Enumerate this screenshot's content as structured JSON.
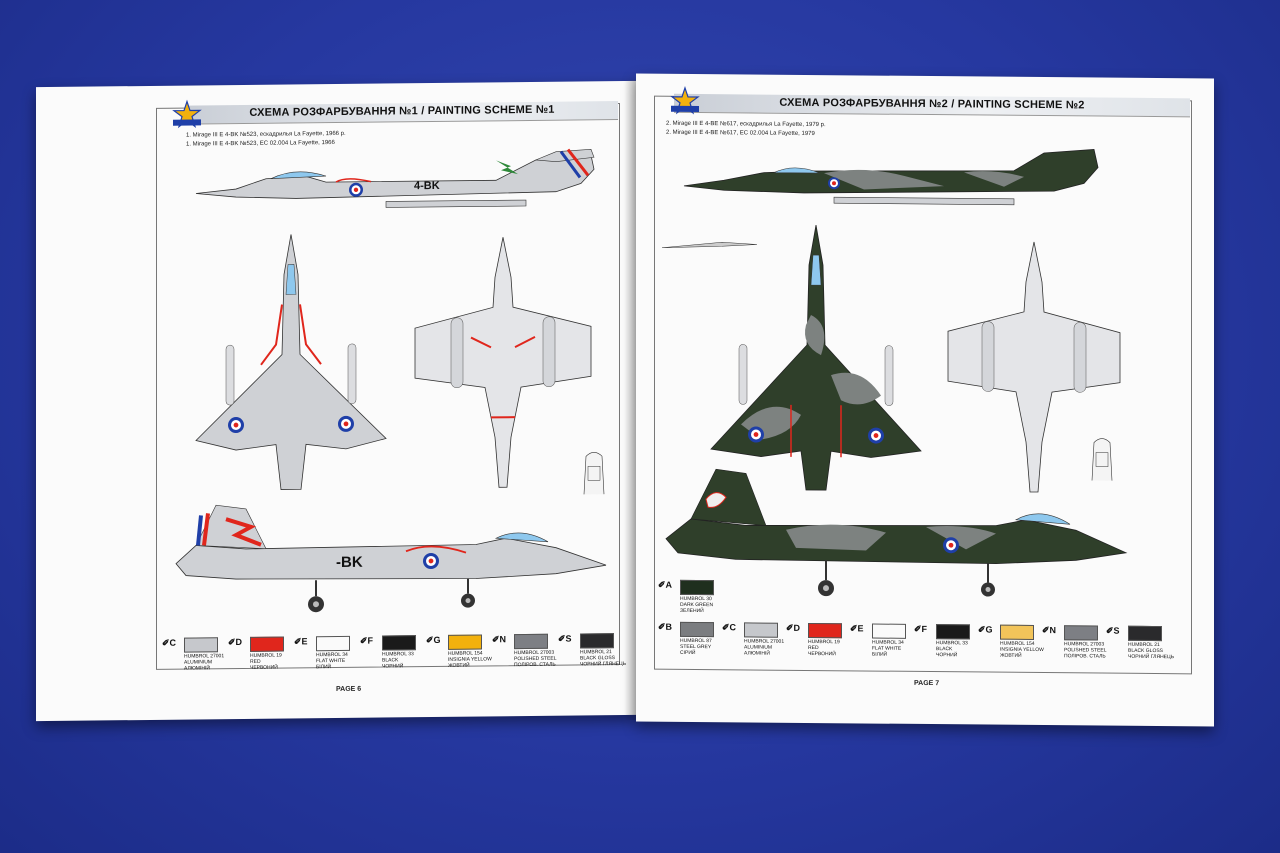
{
  "left_page": {
    "title": "СХЕМА РОЗФАРБУВАННЯ №1 / PAINTING SCHEME №1",
    "sub1": "1. Mirage III E 4-BK №523, ескадрилья La Fayette, 1966 р.",
    "sub2": "1. Mirage III E 4-BK №523, EC 02.004 La Fayette, 1966",
    "code": "4-BK",
    "page_label": "PAGE 6",
    "swatches": [
      {
        "code": "C",
        "color": "#c6c8cc",
        "label": "HUMBROL 27001\nALUMINIUM\nАЛЮМІНІЙ"
      },
      {
        "code": "D",
        "color": "#e0261c",
        "label": "HUMBROL 19\nRED\nЧЕРВОНИЙ"
      },
      {
        "code": "E",
        "color": "#fafafa",
        "label": "HUMBROL 34\nFLAT WHITE\nБІЛИЙ"
      },
      {
        "code": "F",
        "color": "#1a1a1a",
        "label": "HUMBROL 33\nBLACK\nЧОРНИЙ"
      },
      {
        "code": "G",
        "color": "#f2b10d",
        "label": "HUMBROL 154\nINSIGNIA YELLOW\nЖОВТИЙ"
      },
      {
        "code": "N",
        "color": "#7d7f84",
        "label": "HUMBROL 27003\nPOLISHED STEEL\nПОЛІРОВ. СТАЛЬ"
      },
      {
        "code": "S",
        "color": "#2a2a2c",
        "label": "HUMBROL 21\nBLACK GLOSS\nЧОРНИЙ ГЛЯНЕЦЬ"
      }
    ]
  },
  "right_page": {
    "title": "СХЕМА РОЗФАРБУВАННЯ №2 / PAINTING SCHEME №2",
    "sub1": "2. Mirage III E 4-BE №617, ескадрилья La Fayette, 1979 р.",
    "sub2": "2. Mirage III E 4-BE №617, EC 02.004 La Fayette, 1979",
    "page_label": "PAGE 7",
    "swatch_a": {
      "code": "A",
      "color": "#1f2f1e",
      "label": "HUMBROL 30\nDARK GREEN\nЗЕЛЕНИЙ"
    },
    "swatches": [
      {
        "code": "B",
        "color": "#7b7d80",
        "label": "HUMBROL 87\nSTEEL GREY\nСІРИЙ"
      },
      {
        "code": "C",
        "color": "#c6c8cc",
        "label": "HUMBROL 27001\nALUMINIUM\nАЛЮМІНІЙ"
      },
      {
        "code": "D",
        "color": "#e0261c",
        "label": "HUMBROL 19\nRED\nЧЕРВОНИЙ"
      },
      {
        "code": "E",
        "color": "#fafafa",
        "label": "HUMBROL 34\nFLAT WHITE\nБІЛИЙ"
      },
      {
        "code": "F",
        "color": "#1a1a1a",
        "label": "HUMBROL 33\nBLACK\nЧОРНИЙ"
      },
      {
        "code": "G",
        "color": "#f2c45a",
        "label": "HUMBROL 154\nINSIGNIA YELLOW\nЖОВТИЙ"
      },
      {
        "code": "N",
        "color": "#7d7f84",
        "label": "HUMBROL 27003\nPOLISHED STEEL\nПОЛІРОВ. СТАЛЬ"
      },
      {
        "code": "S",
        "color": "#2a2a2c",
        "label": "HUMBROL 21\nBLACK GLOSS\nЧОРНИЙ ГЛЯНЕЦЬ"
      }
    ]
  },
  "colors": {
    "background": "#2638a0",
    "paper": "#fbfbfb",
    "camo_green": "#2f3f2a",
    "camo_grey": "#7d8280",
    "silver": "#c9cbcf",
    "red": "#e0261c",
    "blue": "#1f3fa8"
  }
}
